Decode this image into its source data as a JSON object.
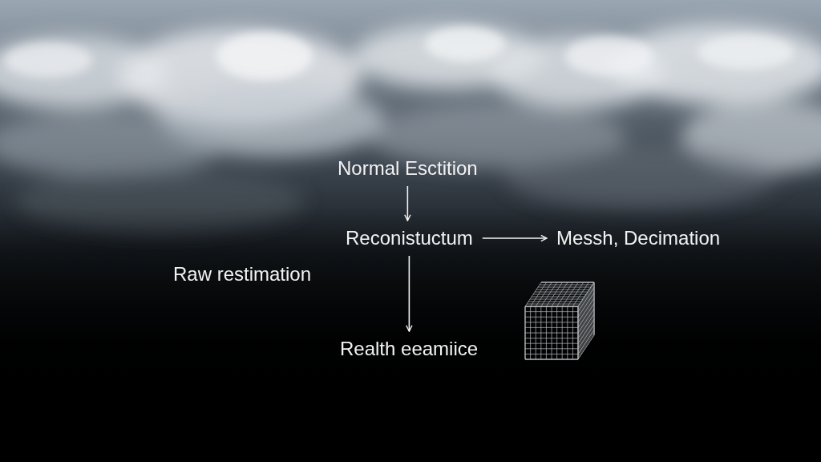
{
  "diagram": {
    "nodes": [
      {
        "text": [
          "Normal Esctition"
        ]
      },
      {
        "text": [
          "Reconistuctum"
        ]
      },
      {
        "text": [
          "Messh, Decimation"
        ]
      },
      {
        "text": [
          "Realth eeamiice"
        ]
      }
    ],
    "edges": [
      {
        "from": 0,
        "to": 1,
        "arrow": "to"
      },
      {
        "from": 1,
        "to": 2,
        "arrow": "to"
      },
      {
        "from": 1,
        "to": 3,
        "arrow": "to"
      }
    ],
    "labels": [
      "Raw restimation"
    ]
  }
}
